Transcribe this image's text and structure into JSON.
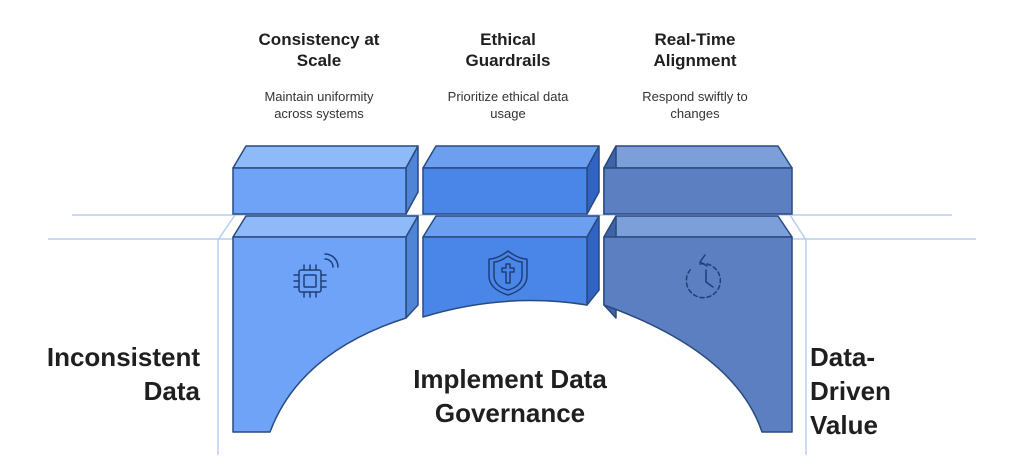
{
  "left_label": [
    "Inconsistent",
    "Data"
  ],
  "right_label": [
    "Data-",
    "Driven",
    "Value"
  ],
  "center_label": [
    "Implement Data",
    "Governance"
  ],
  "pillars": [
    {
      "title": [
        "Consistency at",
        "Scale"
      ],
      "description": [
        "Maintain uniformity",
        "across systems"
      ],
      "icon": "chip-wireless-icon",
      "color": "#6ea3f7"
    },
    {
      "title": [
        "Ethical",
        "Guardrails"
      ],
      "description": [
        "Prioritize ethical data",
        "usage"
      ],
      "icon": "shield-cross-icon",
      "color": "#4a86e8"
    },
    {
      "title": [
        "Real-Time",
        "Alignment"
      ],
      "description": [
        "Respond swiftly to",
        "changes"
      ],
      "icon": "refresh-clock-icon",
      "color": "#5b7fc0"
    }
  ]
}
